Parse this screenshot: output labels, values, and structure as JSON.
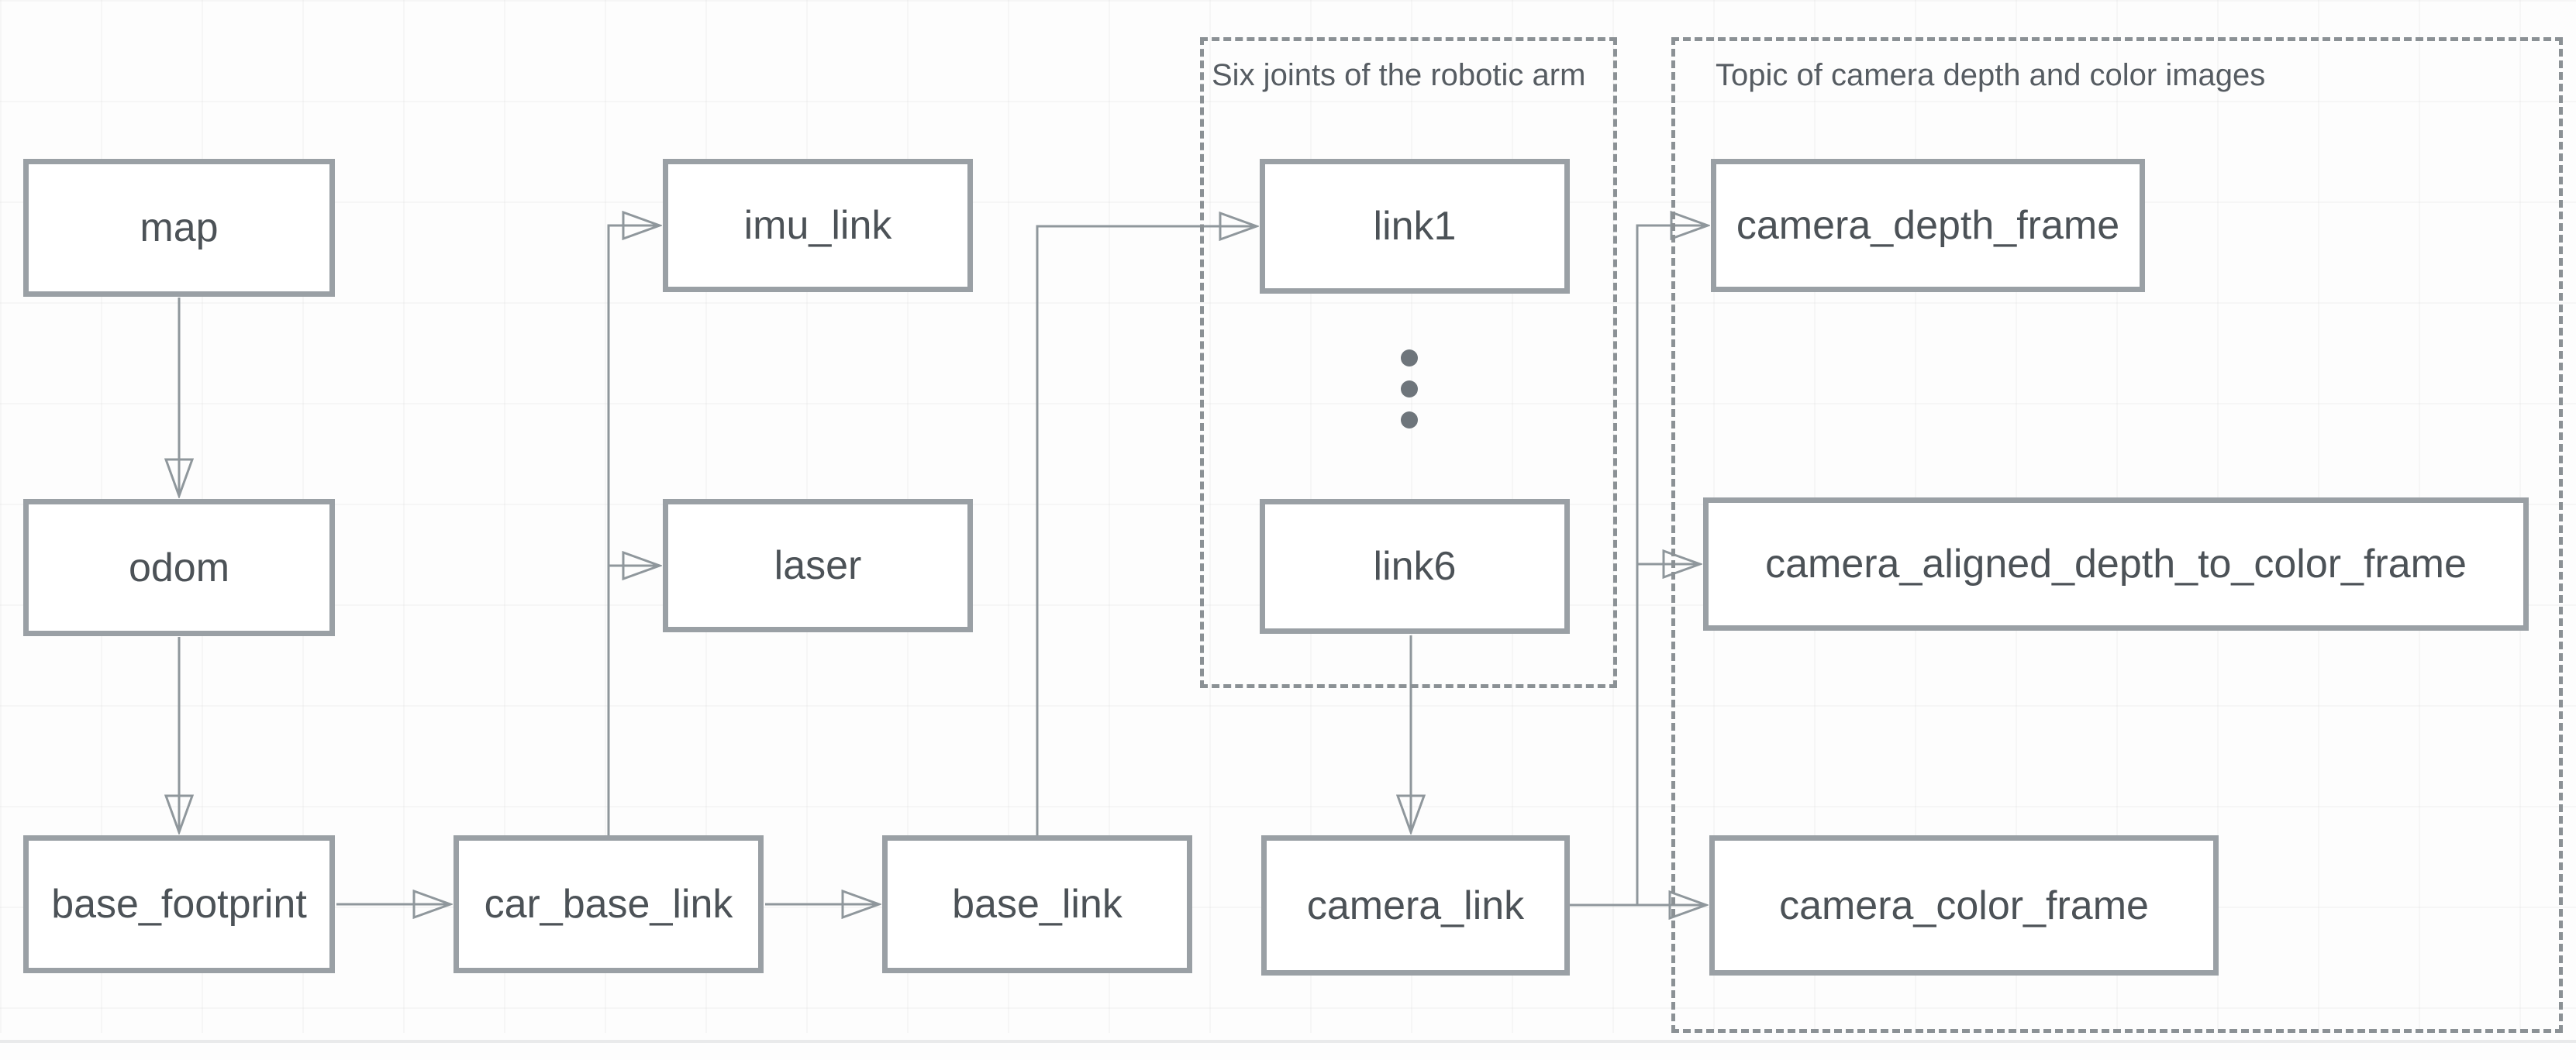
{
  "colors": {
    "node_border": "#9aa0a5",
    "connector": "#8f979c",
    "node_text": "#4c5257",
    "caption_text": "#565c62",
    "dashed_border": "#8b9195",
    "background": "#fdfdfd"
  },
  "diagram": {
    "nodes": {
      "map": "map",
      "odom": "odom",
      "base_footprint": "base_footprint",
      "car_base_link": "car_base_link",
      "base_link": "base_link",
      "imu_link": "imu_link",
      "laser": "laser",
      "link1": "link1",
      "link6": "link6",
      "camera_link": "camera_link",
      "camera_depth_frame": "camera_depth_frame",
      "camera_aligned_depth_to_color_frame": "camera_aligned_depth_to_color_frame",
      "camera_color_frame": "camera_color_frame"
    },
    "groups": {
      "arm_joints": {
        "label": "Six joints of the robotic arm"
      },
      "camera_topics": {
        "label": "Topic of camera depth and color images"
      }
    }
  }
}
